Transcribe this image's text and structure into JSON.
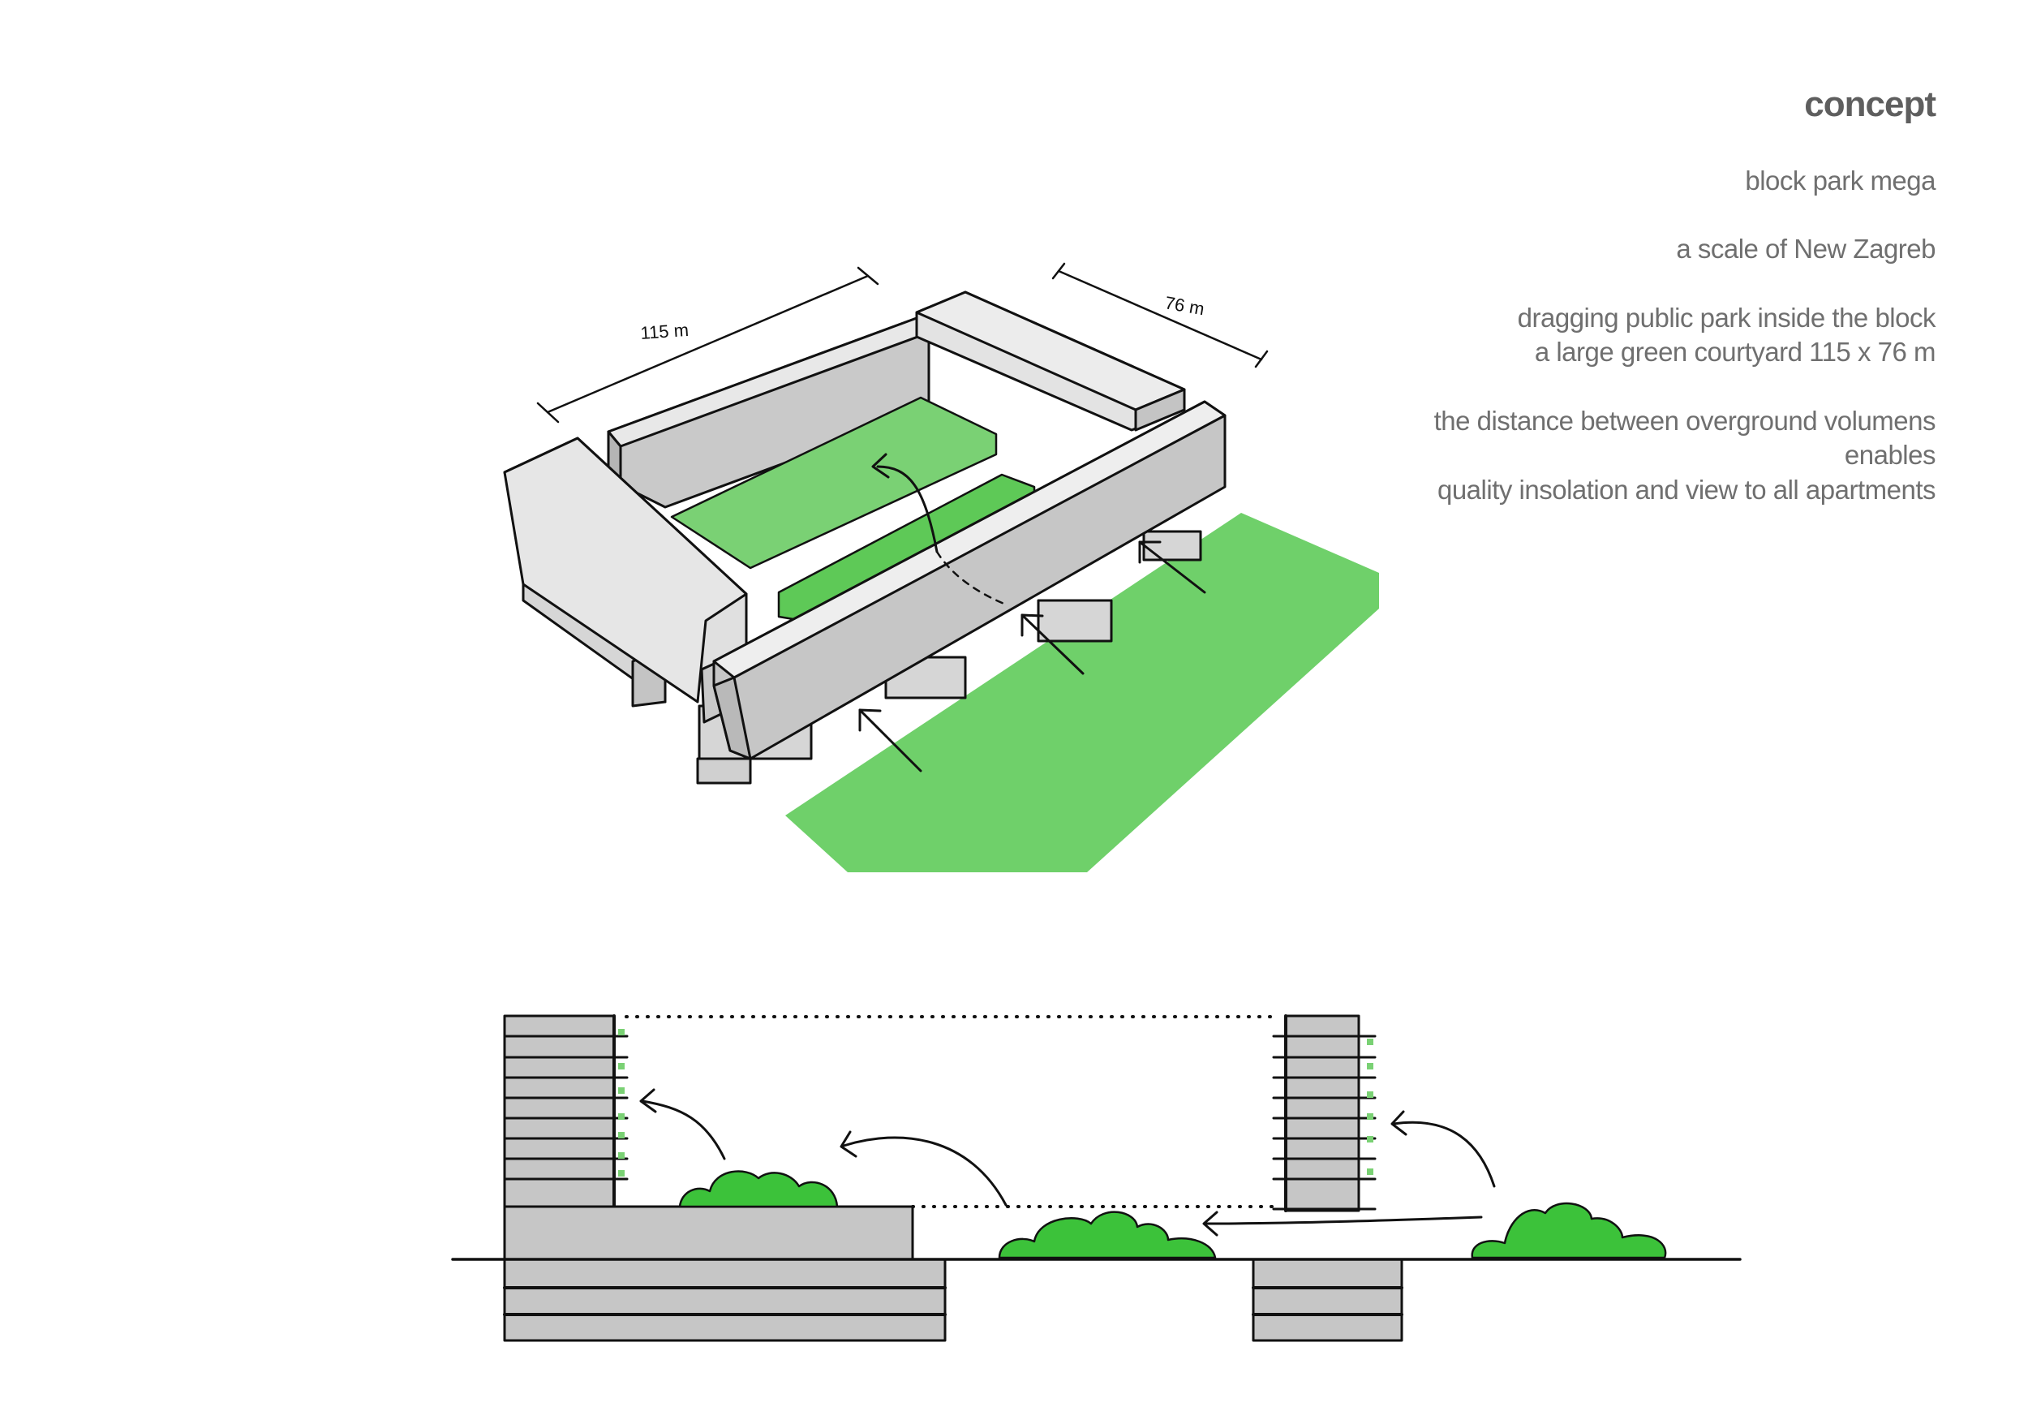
{
  "concept": {
    "title": "concept",
    "lines": [
      "block park mega",
      "a scale of New Zagreb",
      "dragging public park inside the block",
      "a large green courtyard 115 x 76 m",
      "the distance between overground volumens",
      "enables",
      "quality insolation and view to all apartments"
    ]
  },
  "axonometric": {
    "dimension_length": "115 m",
    "dimension_width": "76 m"
  },
  "colors": {
    "park_green": "#6fd06a",
    "bush_green": "#3cc23a",
    "building_light": "#e3e3e3",
    "building_mid": "#c9c9c9",
    "building_dark": "#b5b5b5",
    "outline": "#111111",
    "text": "#6f6f6f"
  }
}
